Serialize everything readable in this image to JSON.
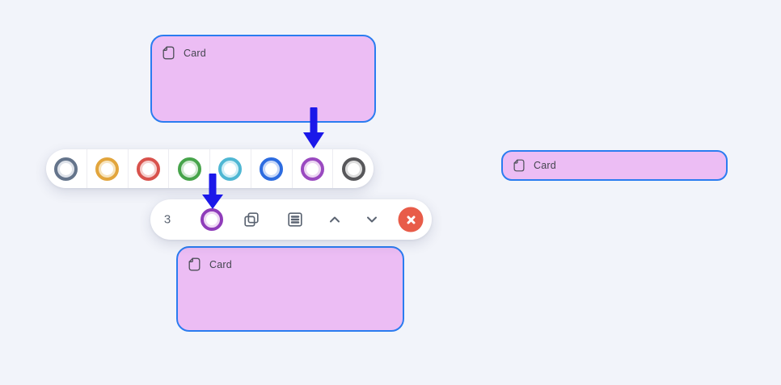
{
  "canvas": {
    "background": "#f2f4fa",
    "arrow_color": "#1b18e9"
  },
  "cards": {
    "top": {
      "label": "Card",
      "fill": "#ecbdf4",
      "border": "#2b7cf0"
    },
    "bottom": {
      "label": "Card",
      "fill": "#ecbdf4",
      "border": "#2b7cf0"
    },
    "right": {
      "label": "Card",
      "fill": "#ecbdf4",
      "border": "#2b7cf0"
    }
  },
  "color_palette": {
    "swatches": [
      {
        "name": "slate-gray",
        "color": "#64748b",
        "halo": "#dfe3ea"
      },
      {
        "name": "amber",
        "color": "#e2a53c",
        "halo": "#f7e5c0"
      },
      {
        "name": "red",
        "color": "#d8524c",
        "halo": "#f5cfcd"
      },
      {
        "name": "green",
        "color": "#47a44b",
        "halo": "#cfe8d0"
      },
      {
        "name": "cyan",
        "color": "#4fb7d3",
        "halo": "#cfeef6"
      },
      {
        "name": "blue",
        "color": "#2d6ce0",
        "halo": "#c9d9f8"
      },
      {
        "name": "purple",
        "color": "#9a4ac0",
        "halo": "#ecd6f2"
      },
      {
        "name": "dark-gray",
        "color": "#57575a",
        "halo": "#dedede"
      }
    ]
  },
  "context_toolbar": {
    "count": "3",
    "selected_color": "#8f3cba",
    "selected_halo": "#eed7f4",
    "close_color": "#e85c49"
  }
}
